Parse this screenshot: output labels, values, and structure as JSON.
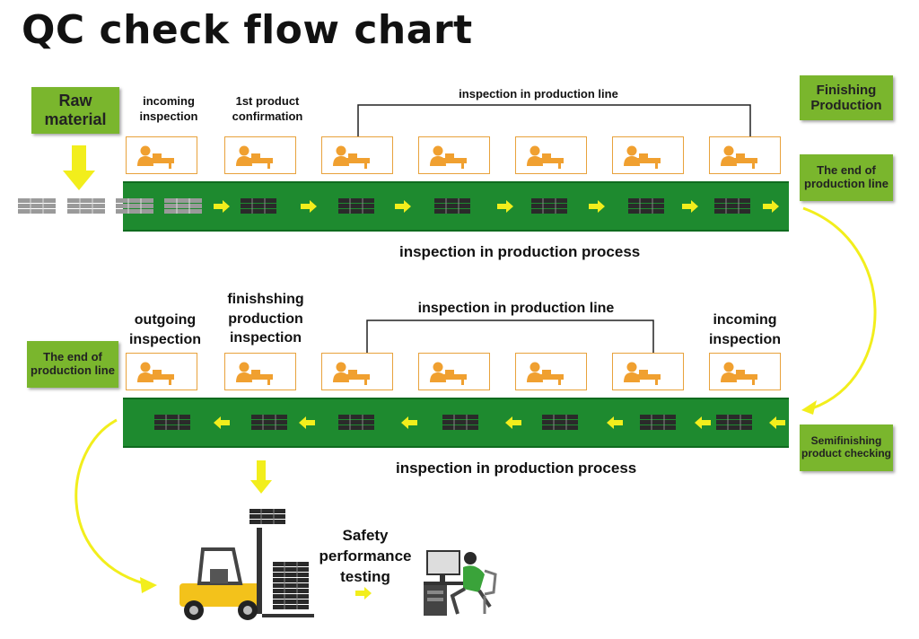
{
  "title": "QC check flow chart",
  "labels": {
    "raw_material": "Raw material",
    "finishing_production": "Finishing Production",
    "end_line_top": "The end of production line",
    "end_line_bottom": "The end of production line",
    "semifinishing": "Semifinishing product checking"
  },
  "row1": {
    "incoming": "incoming inspection",
    "first_product": "1st product confirmation",
    "line_bracket": "inspection in production line",
    "process": "inspection in production process"
  },
  "row2": {
    "outgoing": "outgoing inspection",
    "finishing": "finishshing production inspection",
    "line_bracket": "inspection in production line",
    "incoming": "incoming inspection",
    "process": "inspection in production process"
  },
  "bottom": {
    "safety": "Safety performance testing"
  },
  "colors": {
    "belt": "#1e8a2f",
    "label_green": "#7ab62d",
    "worker_orange": "#f0a030",
    "arrow_yellow": "#f2ee1c",
    "stack_dark": "#2a2a2a",
    "stack_grey": "#9a9a9a"
  }
}
